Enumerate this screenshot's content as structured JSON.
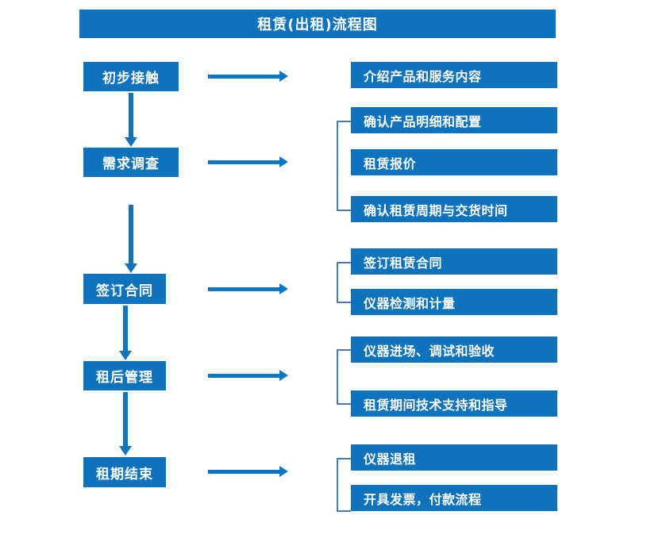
{
  "title": {
    "text": "租赁(出租)流程图"
  },
  "colors": {
    "box_blue": "#0E72BC",
    "arrow_blue": "#0B76C2",
    "bracket_blue": "#4A7AAE",
    "text_white": "#FFFFFF",
    "background": "#FFFFFF"
  },
  "stages": [
    {
      "label": "初步接触"
    },
    {
      "label": "需求调查"
    },
    {
      "label": "签订合同"
    },
    {
      "label": "租后管理"
    },
    {
      "label": "租期结束"
    }
  ],
  "details": [
    {
      "label": "介绍产品和服务内容"
    },
    {
      "label": "确认产品明细和配置"
    },
    {
      "label": "租赁报价"
    },
    {
      "label": "确认租赁周期与交货时间"
    },
    {
      "label": "签订租赁合同"
    },
    {
      "label": "仪器检测和计量"
    },
    {
      "label": "仪器进场、调试和验收"
    },
    {
      "label": "租赁期间技术支持和指导"
    },
    {
      "label": "仪器退租"
    },
    {
      "label": "开具发票，付款流程"
    }
  ],
  "chart_data": {
    "type": "diagram",
    "title": "租赁(出租)流程图",
    "orientation": "vertical-with-branches",
    "nodes": [
      {
        "stage": "初步接触",
        "order": 1,
        "branch_group": [
          "介绍产品和服务内容"
        ],
        "bracketed": false
      },
      {
        "stage": "需求调查",
        "order": 2,
        "branch_group": [
          "确认产品明细和配置",
          "租赁报价",
          "确认租赁周期与交货时间"
        ],
        "bracketed": true
      },
      {
        "stage": "签订合同",
        "order": 3,
        "branch_group": [
          "签订租赁合同",
          "仪器检测和计量"
        ],
        "bracketed": true
      },
      {
        "stage": "租后管理",
        "order": 4,
        "branch_group": [
          "仪器进场、调试和验收",
          "租赁期间技术支持和指导"
        ],
        "bracketed": true
      },
      {
        "stage": "租期结束",
        "order": 5,
        "branch_group": [
          "仪器退租",
          "开具发票，付款流程"
        ],
        "bracketed": true
      }
    ],
    "edges": [
      {
        "from": "初步接触",
        "to": "需求调查",
        "type": "vertical-arrow"
      },
      {
        "from": "需求调查",
        "to": "签订合同",
        "type": "vertical-arrow"
      },
      {
        "from": "签订合同",
        "to": "租后管理",
        "type": "vertical-arrow"
      },
      {
        "from": "租后管理",
        "to": "租期结束",
        "type": "vertical-arrow"
      },
      {
        "from": "初步接触",
        "to": "介绍产品和服务内容",
        "type": "horizontal-arrow"
      },
      {
        "from": "需求调查",
        "to": "确认产品明细和配置组",
        "type": "horizontal-arrow"
      },
      {
        "from": "签订合同",
        "to": "签订租赁合同组",
        "type": "horizontal-arrow"
      },
      {
        "from": "租后管理",
        "to": "仪器进场组",
        "type": "horizontal-arrow"
      },
      {
        "from": "租期结束",
        "to": "仪器退租组",
        "type": "horizontal-arrow"
      }
    ]
  }
}
